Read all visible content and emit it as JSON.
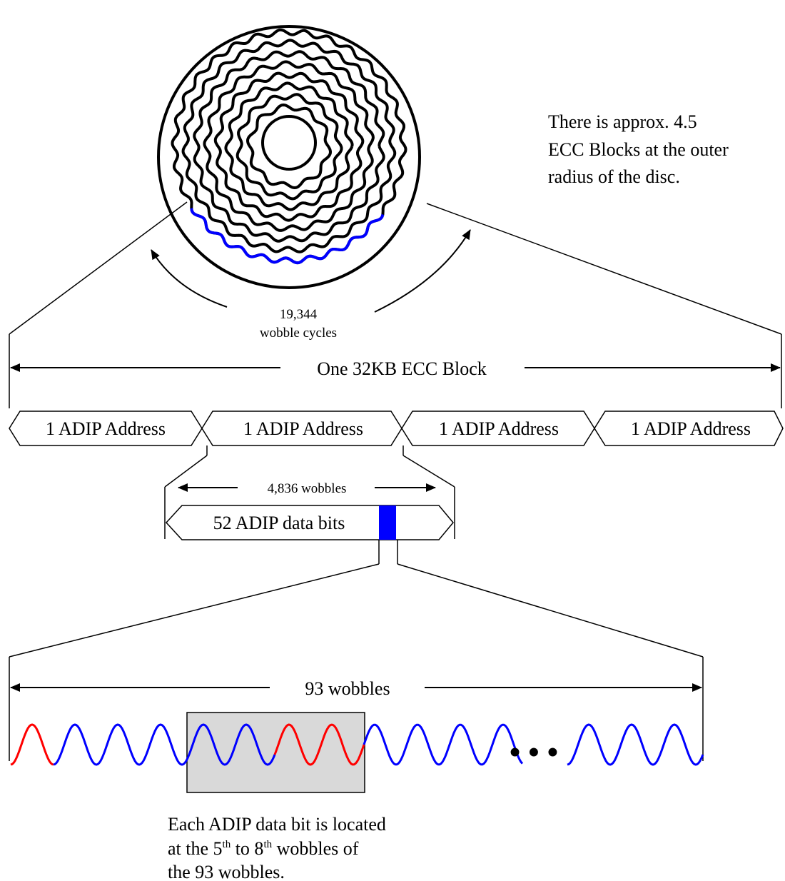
{
  "disc_note": {
    "lines": [
      "There is approx. 4.5",
      "ECC Blocks at the outer",
      "radius of the disc."
    ]
  },
  "wobble_cycles": {
    "line1": "19,344",
    "line2": "wobble cycles"
  },
  "ecc_block_label": "One 32KB ECC Block",
  "adip_addresses": [
    "1 ADIP Address",
    "1 ADIP Address",
    "1 ADIP Address",
    "1 ADIP Address"
  ],
  "wobbles_per_address": "4,836 wobbles",
  "data_bits_label": "52 ADIP data bits",
  "wobbles_per_bit": "93 wobbles",
  "ellipsis": "• • •",
  "bit_note": {
    "line1": "Each ADIP data bit is located",
    "line2_a": "at the 5",
    "line2_sup1": "th",
    "line2_b": " to 8",
    "line2_sup2": "th",
    "line2_c": " wobbles of",
    "line3": "the 93 wobbles."
  },
  "colors": {
    "highlight_blue": "#0000ff",
    "wobble_red": "#ff0000",
    "shaded_box": "#d9d9d9",
    "line": "#000000"
  }
}
